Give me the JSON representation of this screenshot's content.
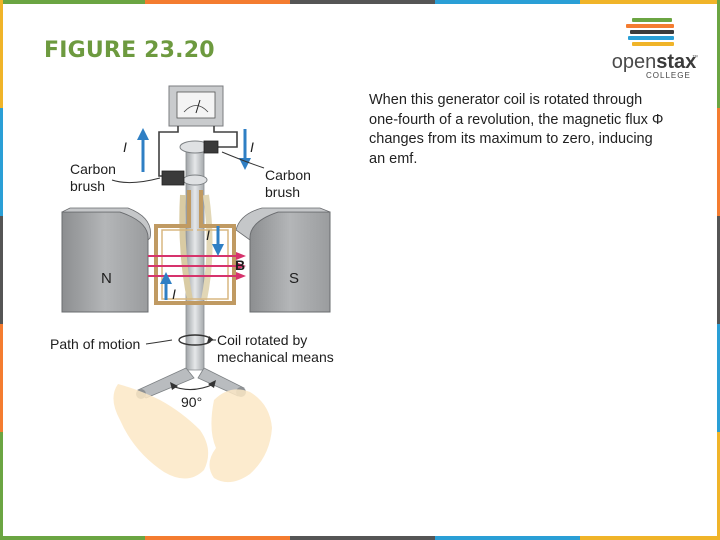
{
  "slide": {
    "title": "FIGURE 23.20",
    "caption": "When this generator coil is rotated through one-fourth of a revolution, the magnetic flux Φ changes from its maximum to zero, inducing an emf."
  },
  "logo": {
    "word_light": "open",
    "word_bold": "stax",
    "trademark": "™",
    "sub": "COLLEGE",
    "stripe_colors": [
      "#6ba542",
      "#f47c30",
      "#3c3c3c",
      "#2a9fd6",
      "#f0b429"
    ]
  },
  "diagram": {
    "labels": {
      "current_left": "I",
      "current_right": "I",
      "current_coil_upper": "I",
      "current_coil_lower": "I",
      "brush_left_line1": "Carbon",
      "brush_left_line2": "brush",
      "brush_right_line1": "Carbon",
      "brush_right_line2": "brush",
      "pole_north": "N",
      "pole_south": "S",
      "field": "B",
      "path_of_motion": "Path of motion",
      "coil_line1": "Coil rotated by",
      "coil_line2": "mechanical means",
      "angle": "90°"
    }
  },
  "frame_colors": [
    "#6ba542",
    "#f47c30",
    "#555555",
    "#2a9fd6",
    "#f0b429"
  ]
}
